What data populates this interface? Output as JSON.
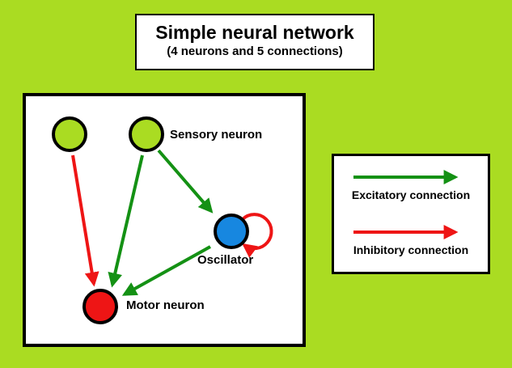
{
  "title": {
    "main": "Simple neural network",
    "subtitle": "(4 neurons and 5 connections)"
  },
  "network": {
    "labels": {
      "sensory": "Sensory neuron",
      "oscillator": "Oscillator",
      "motor": "Motor neuron"
    },
    "neurons": [
      {
        "name": "sensory-1",
        "type": "sensory"
      },
      {
        "name": "sensory-2",
        "type": "sensory"
      },
      {
        "name": "oscillator",
        "type": "oscillator"
      },
      {
        "name": "motor",
        "type": "motor"
      }
    ],
    "connections": [
      {
        "from": "sensory-1",
        "to": "motor",
        "type": "inhibitory"
      },
      {
        "from": "sensory-2",
        "to": "motor",
        "type": "excitatory"
      },
      {
        "from": "sensory-2",
        "to": "oscillator",
        "type": "excitatory"
      },
      {
        "from": "oscillator",
        "to": "motor",
        "type": "excitatory"
      },
      {
        "from": "oscillator",
        "to": "oscillator",
        "type": "inhibitory"
      }
    ]
  },
  "legend": {
    "excitatory_label": "Excitatory connection",
    "inhibitory_label": "Inhibitory connection"
  },
  "colors": {
    "background": "#aadc22",
    "sensory_fill": "#aadc22",
    "oscillator_fill": "#1787e0",
    "motor_fill": "#ee1515",
    "excitatory": "#149114",
    "inhibitory": "#ee1515",
    "outline": "#000000"
  }
}
